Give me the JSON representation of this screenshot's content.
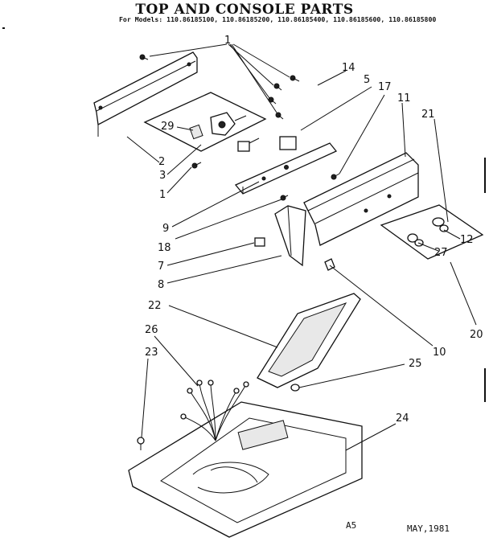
{
  "title": "TOP AND CONSOLE PARTS",
  "subtitle": "For Models: 110.86185100, 110.86185200, 110.86185400, 110.86185600, 110.86185800",
  "callouts": {
    "c1": "1",
    "c1b": "1",
    "c2": "2",
    "c3": "3",
    "c5": "5",
    "c7": "7",
    "c8": "8",
    "c9": "9",
    "c10": "10",
    "c11": "11",
    "c12": "12",
    "c14": "14",
    "c17": "17",
    "c18": "18",
    "c20": "20",
    "c21": "21",
    "c22": "22",
    "c23": "23",
    "c24": "24",
    "c25": "25",
    "c26": "26",
    "c27": "27",
    "c29": "29"
  },
  "footer": {
    "code": "A5",
    "date": "MAY,1981"
  }
}
